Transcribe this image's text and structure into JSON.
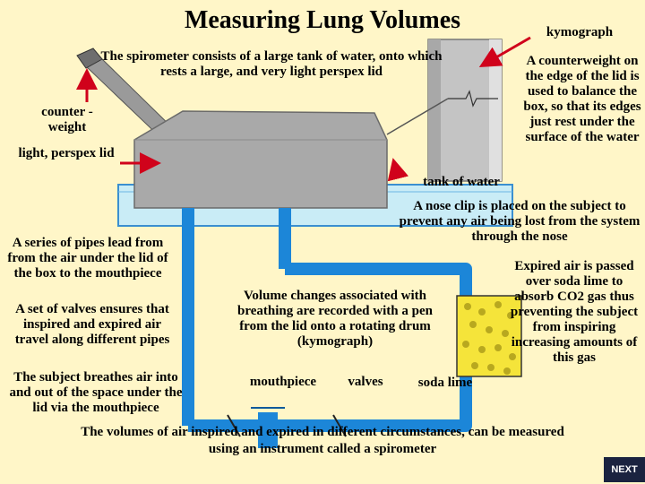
{
  "title": "Measuring Lung Volumes",
  "labels": {
    "kymograph": "kymograph",
    "counterweight": "counter -weight",
    "lid": "light, perspex lid",
    "tank_of_water": "tank of water",
    "mouthpiece": "mouthpiece",
    "valves": "valves",
    "soda_lime": "soda lime"
  },
  "texts": {
    "spirometer": "The spirometer consists of a large tank of water, onto which rests a large, and very light perspex lid",
    "counterweight_note": "A counterweight on the edge of the lid is used to balance the box, so that its edges just rest under the surface of the water",
    "nose_clip": "A nose clip is placed on the subject to prevent any air being lost from the system through the nose",
    "pipes": "A series of pipes lead from from the air under the lid of the box to the mouthpiece",
    "valves": "A set of valves ensures that inspired and expired air travel along different pipes",
    "breathing": "The subject breathes air into and out of the space under the lid via the mouthpiece",
    "volume_changes": "Volume changes associated with breathing are recorded with a pen from the lid onto a rotating drum (kymograph)",
    "expired_air": "Expired air is passed over soda lime to absorb CO2 gas thus preventing the subject from inspiring increasing amounts of this gas",
    "footer": "The volumes of air inspired and expired in different circumstances, can be measured using an instrument called a spirometer"
  },
  "nav": {
    "next_label": "NEXT"
  },
  "colors": {
    "background": "#fff6c8",
    "water": "#c9ecf6",
    "pipe": "#1c86d8",
    "lid": "#a9a9a9",
    "arrow": "#d0021b",
    "soda_lime": "#f5e43a"
  }
}
